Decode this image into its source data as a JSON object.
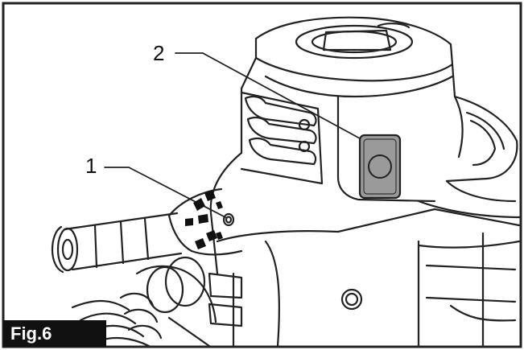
{
  "figure": {
    "label": "Fig.6",
    "callouts": [
      {
        "number": "1"
      },
      {
        "number": "2"
      }
    ],
    "colors": {
      "line": "#222222",
      "button_fill": "#9a9a9a",
      "label_bg": "#111111",
      "label_text": "#ffffff"
    }
  }
}
